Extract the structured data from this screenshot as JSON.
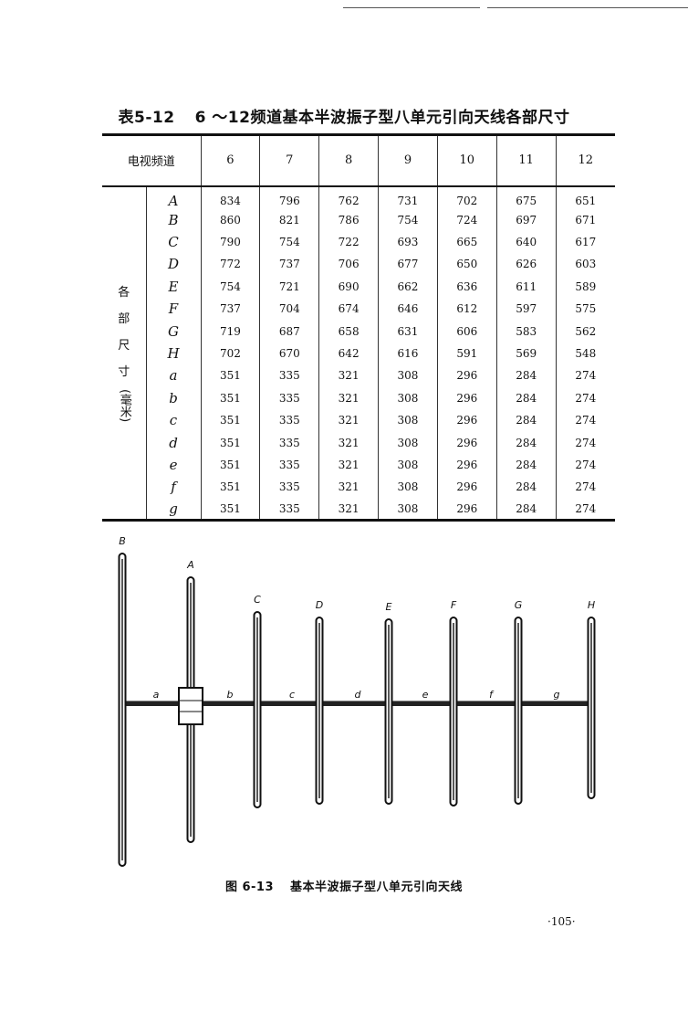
{
  "table": {
    "number": "表5-12",
    "title": "6 ～12频道基本半波振子型八单元引向天线各部尺寸",
    "header_label": "电视频道",
    "channels": [
      "6",
      "7",
      "8",
      "9",
      "10",
      "11",
      "12"
    ],
    "group_label_chars": [
      "各",
      "部",
      "尺",
      "寸"
    ],
    "group_unit": "(毫米)",
    "rows": [
      {
        "dim": "A",
        "values": [
          "834",
          "796",
          "762",
          "731",
          "702",
          "675",
          "651"
        ]
      },
      {
        "dim": "B",
        "values": [
          "860",
          "821",
          "786",
          "754",
          "724",
          "697",
          "671"
        ]
      },
      {
        "dim": "C",
        "values": [
          "790",
          "754",
          "722",
          "693",
          "665",
          "640",
          "617"
        ]
      },
      {
        "dim": "D",
        "values": [
          "772",
          "737",
          "706",
          "677",
          "650",
          "626",
          "603"
        ]
      },
      {
        "dim": "E",
        "values": [
          "754",
          "721",
          "690",
          "662",
          "636",
          "611",
          "589"
        ]
      },
      {
        "dim": "F",
        "values": [
          "737",
          "704",
          "674",
          "646",
          "612",
          "597",
          "575"
        ]
      },
      {
        "dim": "G",
        "values": [
          "719",
          "687",
          "658",
          "631",
          "606",
          "583",
          "562"
        ]
      },
      {
        "dim": "H",
        "values": [
          "702",
          "670",
          "642",
          "616",
          "591",
          "569",
          "548"
        ]
      },
      {
        "dim": "a",
        "values": [
          "351",
          "335",
          "321",
          "308",
          "296",
          "284",
          "274"
        ]
      },
      {
        "dim": "b",
        "values": [
          "351",
          "335",
          "321",
          "308",
          "296",
          "284",
          "274"
        ]
      },
      {
        "dim": "c",
        "values": [
          "351",
          "335",
          "321",
          "308",
          "296",
          "284",
          "274"
        ]
      },
      {
        "dim": "d",
        "values": [
          "351",
          "335",
          "321",
          "308",
          "296",
          "284",
          "274"
        ]
      },
      {
        "dim": "e",
        "values": [
          "351",
          "335",
          "321",
          "308",
          "296",
          "284",
          "274"
        ]
      },
      {
        "dim": "f",
        "values": [
          "351",
          "335",
          "321",
          "308",
          "296",
          "284",
          "274"
        ]
      },
      {
        "dim": "g",
        "values": [
          "351",
          "335",
          "321",
          "308",
          "296",
          "284",
          "274"
        ]
      }
    ]
  },
  "figure": {
    "element_labels": [
      "B",
      "A",
      "C",
      "D",
      "E",
      "F",
      "G",
      "H"
    ],
    "spacing_labels": [
      "a",
      "b",
      "c",
      "d",
      "e",
      "f",
      "g"
    ],
    "number": "图 6-13",
    "caption": "基本半波振子型八单元引向天线"
  },
  "page_number": "·105·"
}
